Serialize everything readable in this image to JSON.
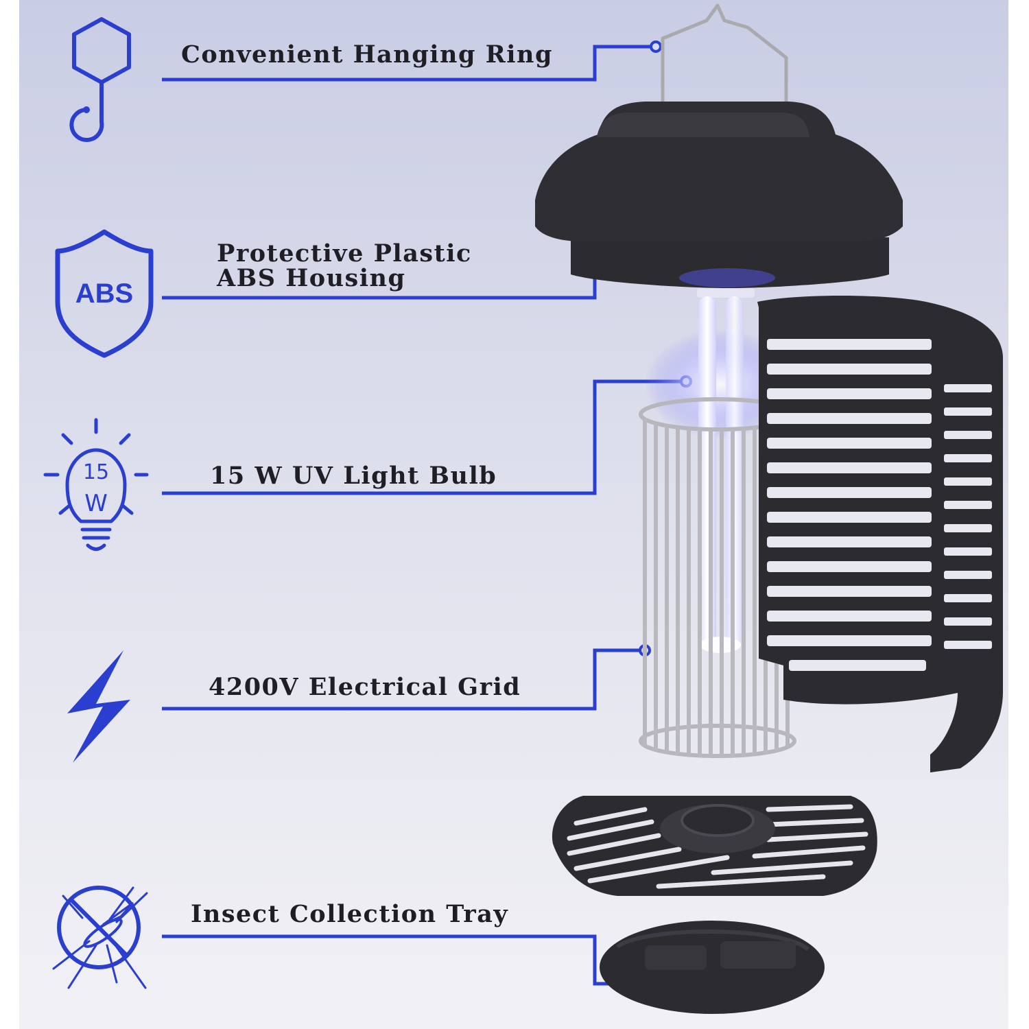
{
  "features": [
    {
      "id": "hanging-ring",
      "label": "Convenient Hanging Ring",
      "icon": "hook-icon"
    },
    {
      "id": "abs-housing",
      "label_line1": "Protective Plastic",
      "label_line2": "ABS Housing",
      "icon": "abs-shield-icon",
      "icon_text": "ABS"
    },
    {
      "id": "uv-bulb",
      "label": "15 W UV Light Bulb",
      "icon": "light-bulb-icon",
      "icon_text_top": "15",
      "icon_text_bottom": "W"
    },
    {
      "id": "electrical-grid",
      "label": "4200V Electrical Grid",
      "icon": "lightning-bolt-icon"
    },
    {
      "id": "collection-tray",
      "label": "Insect Collection Tray",
      "icon": "no-mosquito-icon"
    }
  ],
  "colors": {
    "accent": "#2a3fd0",
    "device": "#2a2a2e",
    "grid_metal": "#b8b8bc",
    "uv_glow": "#a8a8ff"
  }
}
